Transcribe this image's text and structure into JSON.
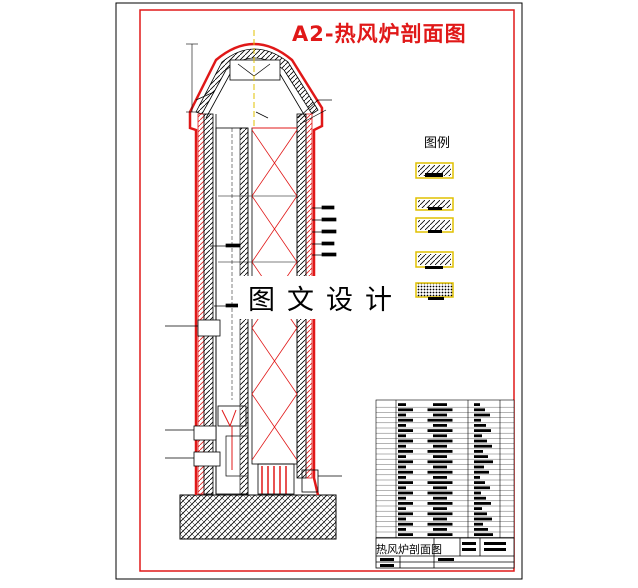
{
  "title": "A2-热风炉剖面图",
  "legend": {
    "title": "图例"
  },
  "watermark": "图文设计",
  "title_block": {
    "drawing_name": "热风炉剖面图"
  },
  "colors": {
    "border": "#e01818",
    "line": "#000000",
    "accent_red": "#e01818"
  }
}
